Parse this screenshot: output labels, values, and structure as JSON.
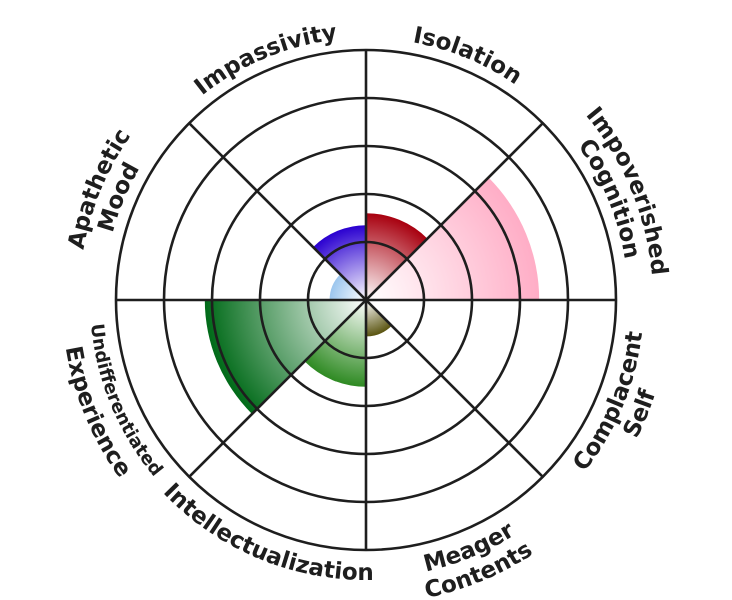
{
  "chart_data": {
    "type": "polar-area",
    "title": "",
    "categories": [
      "Isolation",
      "Impoverished Cognition",
      "Complacent Self",
      "Meager Contents",
      "Intellectualization",
      "Undifferentiated Experience",
      "Apathetic Mood",
      "Impassivity"
    ],
    "label_lines": [
      [
        "Isolation"
      ],
      [
        "Impoverished",
        "Cognition"
      ],
      [
        "Complacent",
        "Self"
      ],
      [
        "Meager",
        "Contents"
      ],
      [
        "Intellectualization"
      ],
      [
        "Undifferentiated",
        "Experience"
      ],
      [
        "Apathetic",
        "Mood"
      ],
      [
        "Impassivity"
      ]
    ],
    "values": [
      1.6,
      3.4,
      0,
      0.55,
      1.6,
      3.15,
      0.55,
      1.35
    ],
    "colors": [
      "#a8000f",
      "#ffadc6",
      "#ffffff",
      "#5a5410",
      "#2e8a22",
      "#006a18",
      "#9cc6ee",
      "#2a00d0"
    ],
    "rings": [
      1,
      2,
      3,
      4,
      5
    ],
    "rlim": [
      0,
      5
    ],
    "grid": true,
    "legend": "none"
  }
}
